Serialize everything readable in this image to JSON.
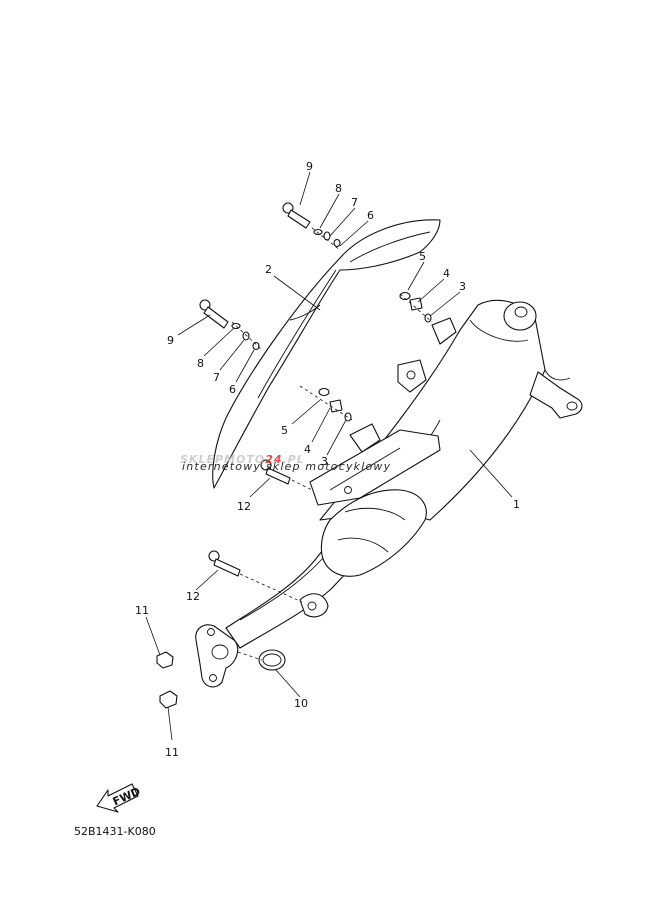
{
  "callouts": [
    {
      "key": "c9a",
      "text": "9"
    },
    {
      "key": "c8a",
      "text": "8"
    },
    {
      "key": "c7a",
      "text": "7"
    },
    {
      "key": "c6a",
      "text": "6"
    },
    {
      "key": "c5a",
      "text": "5"
    },
    {
      "key": "c4a",
      "text": "4"
    },
    {
      "key": "c3a",
      "text": "3"
    },
    {
      "key": "c2",
      "text": "2"
    },
    {
      "key": "c9b",
      "text": "9"
    },
    {
      "key": "c8b",
      "text": "8"
    },
    {
      "key": "c7b",
      "text": "7"
    },
    {
      "key": "c6b",
      "text": "6"
    },
    {
      "key": "c5b",
      "text": "5"
    },
    {
      "key": "c4b",
      "text": "4"
    },
    {
      "key": "c3b",
      "text": "3"
    },
    {
      "key": "c1",
      "text": "1"
    },
    {
      "key": "c12a",
      "text": "12"
    },
    {
      "key": "c12b",
      "text": "12"
    },
    {
      "key": "c11a",
      "text": "11"
    },
    {
      "key": "c10",
      "text": "10"
    },
    {
      "key": "c11b",
      "text": "11"
    }
  ],
  "watermark": {
    "brand_part1": "SKLEPMOTO",
    "brand_part2": "24",
    "brand_part3": ".PL",
    "tagline": "internetowy sklep motocyklowy",
    "color_gray": "#c9c9c9",
    "color_red": "#e53935"
  },
  "fwd_label": "FWD",
  "diagram_code": "52B1431-K080"
}
